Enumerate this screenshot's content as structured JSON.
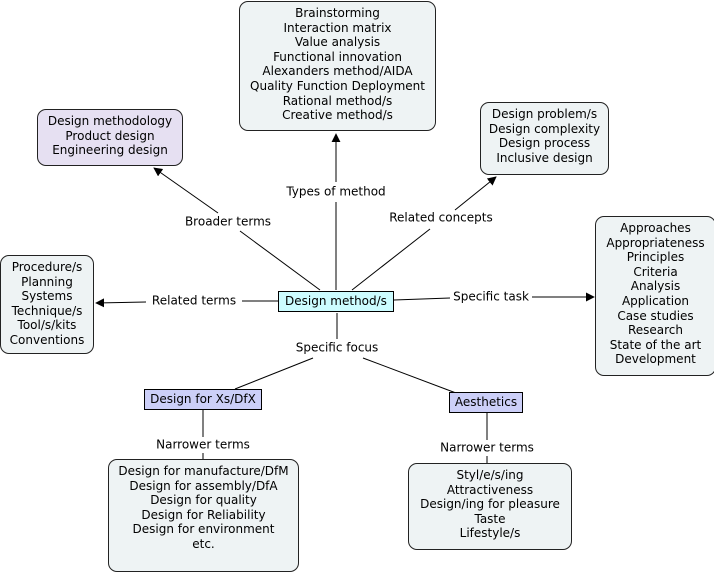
{
  "center": {
    "label": "Design method/s"
  },
  "nodes": {
    "types_of_method": {
      "items": [
        "Brainstorming",
        "Interaction matrix",
        "Value analysis",
        "Functional innovation",
        "Alexanders method/AIDA",
        "Quality Function Deployment",
        "Rational method/s",
        "Creative method/s"
      ]
    },
    "broader_terms": {
      "items": [
        "Design methodology",
        "Product design",
        "Engineering design"
      ]
    },
    "related_concepts": {
      "items": [
        "Design problem/s",
        "Design complexity",
        "Design process",
        "Inclusive design"
      ]
    },
    "specific_task": {
      "items": [
        "Approaches",
        "Appropriateness",
        "Principles",
        "Criteria",
        "Analysis",
        "Application",
        "Case studies",
        "Research",
        "State of the art",
        "Development"
      ]
    },
    "related_terms": {
      "items": [
        "Procedure/s",
        "Planning",
        "Systems",
        "Technique/s",
        "Tool/s/kits",
        "Conventions"
      ]
    },
    "dfx": {
      "label": "Design for Xs/DfX"
    },
    "aesthetics": {
      "label": "Aesthetics"
    },
    "dfx_narrower": {
      "items": [
        "Design for manufacture/DfM",
        "Design for assembly/DfA",
        "Design for quality",
        "Design for Reliability",
        "Design for environment",
        "etc."
      ]
    },
    "aesthetics_narrower": {
      "items": [
        "Styl/e/s/ing",
        "Attractiveness",
        "Design/ing for pleasure",
        "Taste",
        "Lifestyle/s"
      ]
    }
  },
  "links": {
    "types_of_method": "Types of method",
    "broader_terms": "Broader terms",
    "related_concepts": "Related concepts",
    "related_terms": "Related terms",
    "specific_task": "Specific task",
    "specific_focus": "Specific focus",
    "dfx_narrower": "Narrower terms",
    "aesthetics_narrower": "Narrower terms"
  },
  "colors": {
    "center_fill": "#ccfcff",
    "list_fill": "#eef3f4",
    "broader_fill": "#e6e0f2",
    "focus_fill": "#cccff8",
    "line": "#000000"
  }
}
